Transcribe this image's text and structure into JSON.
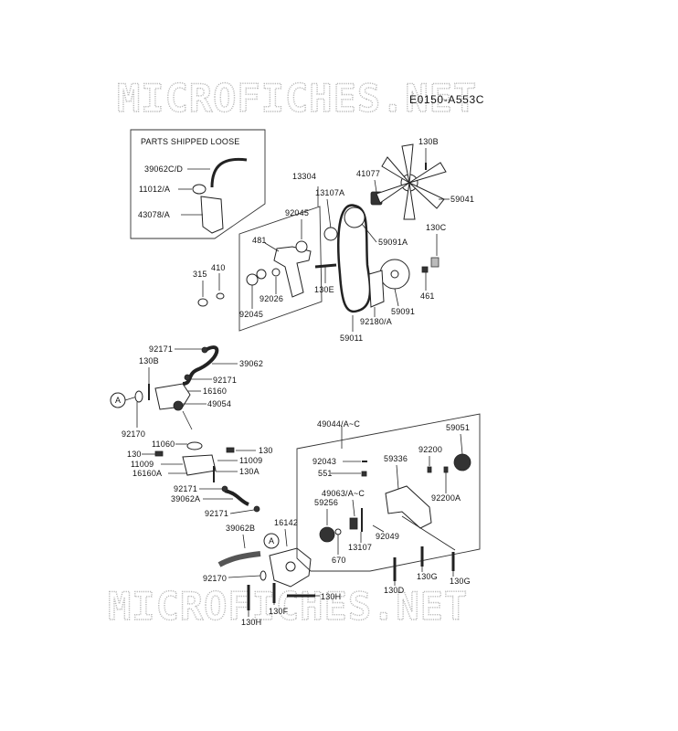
{
  "watermark_top": "MICROFICHES.NET",
  "watermark_bottom": "MICROFICHES.NET",
  "diagram_code": "E0150-A553C",
  "loose_box_title": "PARTS SHIPPED LOOSE",
  "callout_a": "A",
  "labels": {
    "p39062CD": "39062C/D",
    "p11012A": "11012/A",
    "p43078A": "43078/A",
    "p13304": "13304",
    "p13107A": "13107A",
    "p92045a": "92045",
    "p481": "481",
    "p410": "410",
    "p315": "315",
    "p92026": "92026",
    "p130E": "130E",
    "p92045b": "92045",
    "p130B_top": "130B",
    "p41077": "41077",
    "p59041": "59041",
    "p59091A": "59091A",
    "p130C": "130C",
    "p461": "461",
    "p59091": "59091",
    "p92180A": "92180/A",
    "p59011": "59011",
    "p92171a": "92171",
    "p130B_mid": "130B",
    "p39062": "39062",
    "p92171b": "92171",
    "p16160": "16160",
    "p49054": "49054",
    "p92170a": "92170",
    "p11060": "11060",
    "p130a": "130",
    "p130b": "130",
    "p11009a": "11009",
    "p11009b": "11009",
    "p16160A": "16160A",
    "p130A": "130A",
    "p92171c": "92171",
    "p39062A": "39062A",
    "p92171d": "92171",
    "p49044": "49044/A~C",
    "p59051": "59051",
    "p92043": "92043",
    "p92200": "92200",
    "p551": "551",
    "p59336": "59336",
    "p49063": "49063/A~C",
    "p92200A": "92200A",
    "p59256": "59256",
    "p92049": "92049",
    "p13107": "13107",
    "p670": "670",
    "p39062B": "39062B",
    "p16142": "16142",
    "p92170b": "92170",
    "p130H_a": "130H",
    "p130H_b": "130H",
    "p130F": "130F",
    "p130D": "130D",
    "p130G_a": "130G",
    "p130G_b": "130G"
  }
}
